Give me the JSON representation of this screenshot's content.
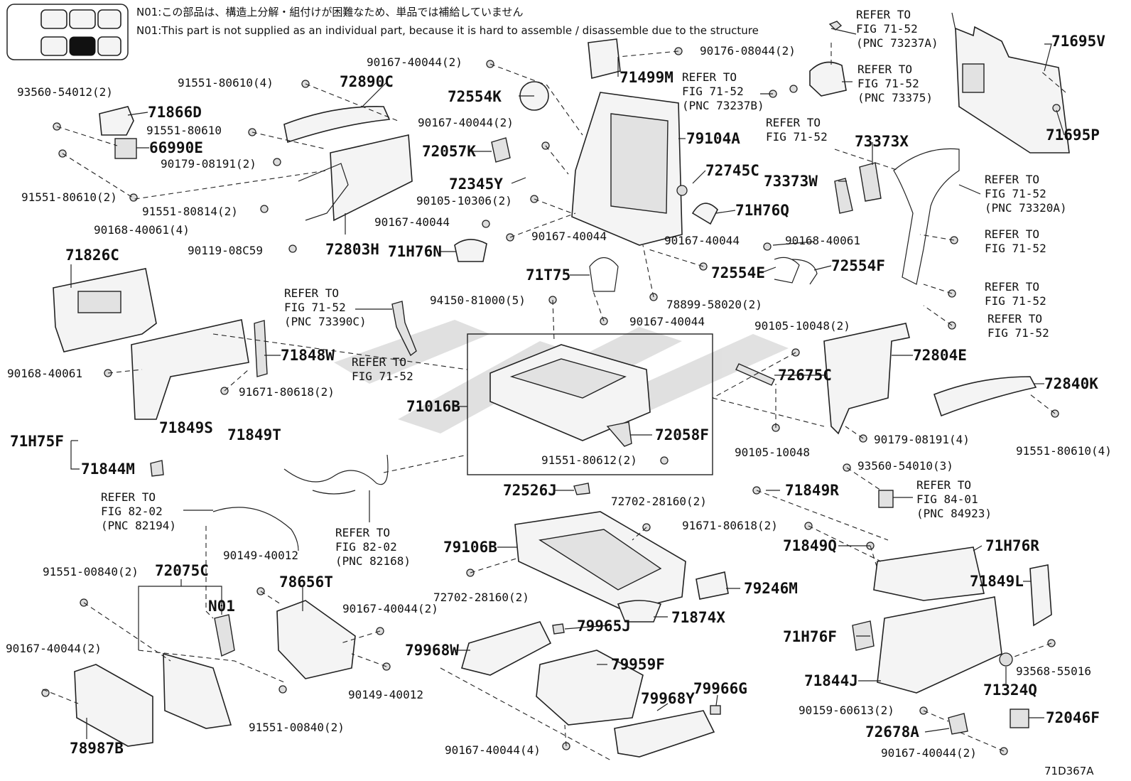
{
  "notes": {
    "jp": "N01:この部品は、構造上分解・組付けが困難なため、単品では補給していません",
    "en": "N01:This part is not supplied as an individual part, because it is hard to assemble / disassemble due to the structure"
  },
  "diagram_id": "71D367A",
  "watermark_color": "#c8c8c8",
  "parts": {
    "p71695V": "71695V",
    "p71695P": "71695P",
    "p71499M": "71499M",
    "p79104A": "79104A",
    "p72554K": "72554K",
    "p72057K": "72057K",
    "p72345Y": "72345Y",
    "p72890C": "72890C",
    "p71866D": "71866D",
    "p66990E": "66990E",
    "p72803H": "72803H",
    "p71826C": "71826C",
    "p72745C": "72745C",
    "p71H76Q": "71H76Q",
    "p73373X": "73373X",
    "p73373W": "73373W",
    "p71H76N": "71H76N",
    "p71T75": "71T75",
    "p72554E": "72554E",
    "p72554F": "72554F",
    "p71848W": "71848W",
    "p71849S": "71849S",
    "p71849T": "71849T",
    "p71H75F": "71H75F",
    "p71844M": "71844M",
    "p71016B": "71016B",
    "p72058F": "72058F",
    "p72675C": "72675C",
    "p72804E": "72804E",
    "p72840K": "72840K",
    "p72526J": "72526J",
    "p71849R": "71849R",
    "p71849Q": "71849Q",
    "p71H76R": "71H76R",
    "p71849L": "71849L",
    "p79106B": "79106B",
    "p79246M": "79246M",
    "p71874X": "71874X",
    "p79965J": "79965J",
    "p79968W": "79968W",
    "p79959F": "79959F",
    "p79968Y": "79968Y",
    "p79966G": "79966G",
    "p72075C": "72075C",
    "pN01": "N01",
    "p78656T": "78656T",
    "p78987B": "78987B",
    "p71H76F": "71H76F",
    "p71844J": "71844J",
    "p71324Q": "71324Q",
    "p72046F": "72046F",
    "p72678A": "72678A"
  },
  "fasteners": {
    "f1": "90167-40044(2)",
    "f2": "90176-08044(2)",
    "f3": "91551-80610(4)",
    "f4": "93560-54012(2)",
    "f5": "91551-80610",
    "f6": "90179-08191(2)",
    "f7": "91551-80610(2)",
    "f8": "91551-80814(2)",
    "f9": "90168-40061(4)",
    "f10": "90119-08C59",
    "f11": "90167-40044(2)",
    "f12": "90105-10306(2)",
    "f13": "90167-40044",
    "f14": "90167-40044",
    "f15": "90167-40044",
    "f16": "90168-40061",
    "f17": "94150-81000(5)",
    "f18": "78899-58020(2)",
    "f19": "90167-40044",
    "f20": "90105-10048(2)",
    "f21": "90168-40061",
    "f22": "91671-80618(2)",
    "f23": "91551-80612(2)",
    "f24": "90105-10048",
    "f25": "90179-08191(4)",
    "f26": "91551-80610(4)",
    "f27": "93560-54010(3)",
    "f28": "72702-28160(2)",
    "f29": "91671-80618(2)",
    "f30": "90149-40012",
    "f31": "91551-00840(2)",
    "f32": "72702-28160(2)",
    "f33": "90167-40044(2)",
    "f34": "90167-40044(2)",
    "f35": "90149-40012",
    "f36": "91551-00840(2)",
    "f37": "90167-40044(4)",
    "f38": "93568-55016",
    "f39": "90159-60613(2)",
    "f40": "90167-40044(2)"
  },
  "refs": {
    "r1": [
      "REFER TO",
      "FIG 71-52",
      "(PNC 73237A)"
    ],
    "r2": [
      "REFER TO",
      "FIG 71-52",
      "(PNC 73375)"
    ],
    "r3": [
      "REFER TO",
      "FIG 71-52",
      "(PNC 73237B)"
    ],
    "r4": [
      "REFER TO",
      "FIG 71-52"
    ],
    "r5": [
      "REFER TO",
      "FIG 71-52",
      "(PNC 73320A)"
    ],
    "r6": [
      "REFER TO",
      "FIG 71-52"
    ],
    "r7": [
      "REFER TO",
      "FIG 71-52"
    ],
    "r8": [
      "REFER TO",
      "FIG 71-52"
    ],
    "r9": [
      "REFER TO",
      "FIG 71-52",
      "(PNC 73390C)"
    ],
    "r10": [
      "REFER TO",
      "FIG 71-52"
    ],
    "r11": [
      "REFER TO",
      "FIG 82-02",
      "(PNC 82194)"
    ],
    "r12": [
      "REFER TO",
      "FIG 82-02",
      "(PNC 82168)"
    ],
    "r13": [
      "REFER TO",
      "FIG 84-01",
      "(PNC 84923)"
    ]
  }
}
